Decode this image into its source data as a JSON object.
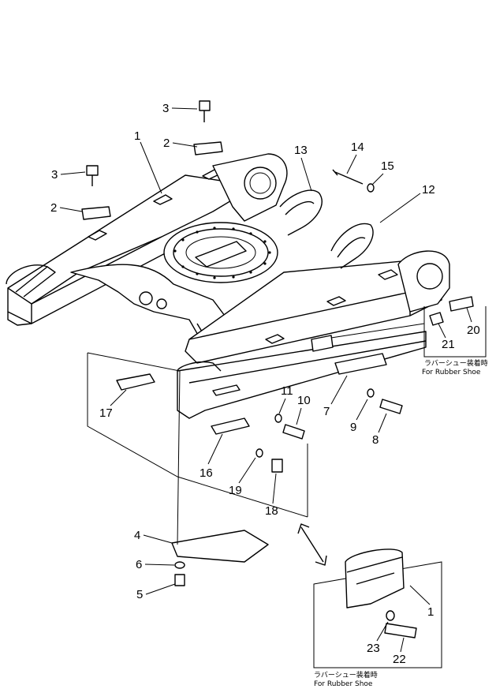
{
  "part_labels": [
    {
      "id": "p3a",
      "text": "3"
    },
    {
      "id": "p2a",
      "text": "2"
    },
    {
      "id": "p1a",
      "text": "1"
    },
    {
      "id": "p3b",
      "text": "3"
    },
    {
      "id": "p2b",
      "text": "2"
    },
    {
      "id": "p13",
      "text": "13"
    },
    {
      "id": "p14",
      "text": "14"
    },
    {
      "id": "p15",
      "text": "15"
    },
    {
      "id": "p12",
      "text": "12"
    },
    {
      "id": "p21",
      "text": "21"
    },
    {
      "id": "p20",
      "text": "20"
    },
    {
      "id": "p17",
      "text": "17"
    },
    {
      "id": "p11",
      "text": "11"
    },
    {
      "id": "p10",
      "text": "10"
    },
    {
      "id": "p7",
      "text": "7"
    },
    {
      "id": "p9",
      "text": "9"
    },
    {
      "id": "p8",
      "text": "8"
    },
    {
      "id": "p16",
      "text": "16"
    },
    {
      "id": "p19",
      "text": "19"
    },
    {
      "id": "p18",
      "text": "18"
    },
    {
      "id": "p4",
      "text": "4"
    },
    {
      "id": "p6",
      "text": "6"
    },
    {
      "id": "p5",
      "text": "5"
    },
    {
      "id": "p1b",
      "text": "1"
    },
    {
      "id": "p23",
      "text": "23"
    },
    {
      "id": "p22",
      "text": "22"
    }
  ],
  "notes": {
    "rubber_shoe_top_jp": "ラバーシュー装着時",
    "rubber_shoe_top_en": "For Rubber Shoe",
    "rubber_shoe_bottom_jp": "ラバーシュー装着時",
    "rubber_shoe_bottom_en": "For Rubber Shoe"
  }
}
